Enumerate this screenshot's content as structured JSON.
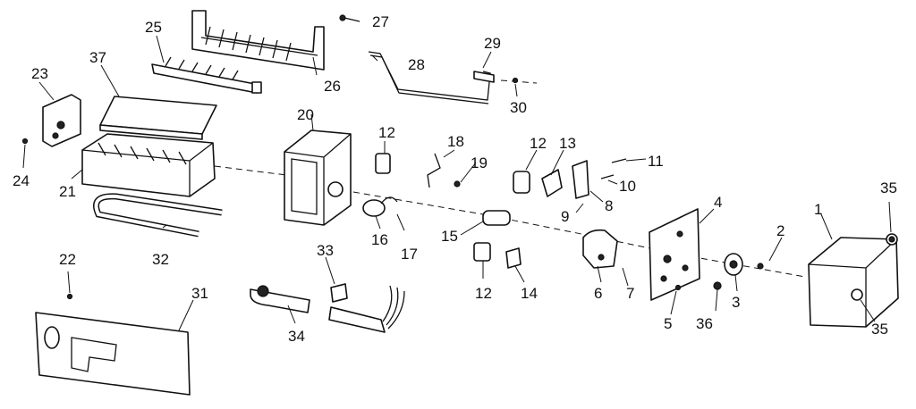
{
  "labels": [
    "1",
    "2",
    "3",
    "4",
    "5",
    "6",
    "7",
    "8",
    "9",
    "10",
    "11",
    "12",
    "12",
    "12",
    "13",
    "14",
    "15",
    "16",
    "17",
    "18",
    "19",
    "20",
    "21",
    "22",
    "23",
    "24",
    "25",
    "26",
    "27",
    "28",
    "29",
    "30",
    "31",
    "32",
    "33",
    "34",
    "35",
    "35",
    "36",
    "37"
  ]
}
